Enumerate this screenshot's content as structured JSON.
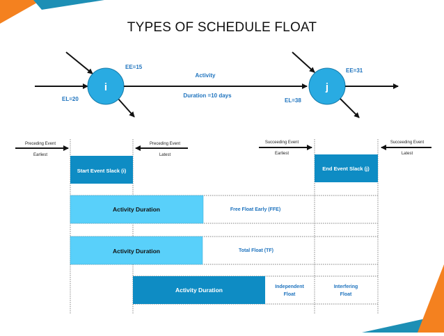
{
  "title": "TYPES OF SCHEDULE FLOAT",
  "colors": {
    "node": "#29ABE2",
    "label_blue": "#1E73BE",
    "dark_bar": "#0E8CC4",
    "light_bar": "#59D0FA",
    "accent_orange": "#F4811F",
    "accent_teal": "#1D8FB5"
  },
  "network": {
    "node_i": "i",
    "node_j": "j",
    "ee_i": "EE=15",
    "el_i": "EL=20",
    "activity": "Activity",
    "duration": "Duration =10 days",
    "el_j": "EL=38",
    "ee_j": "EE=31"
  },
  "timeline": {
    "preceding_earliest": {
      "line1": "Preceding Event",
      "line2": "Earliest"
    },
    "preceding_latest": {
      "line1": "Preceding Event",
      "line2": "Latest"
    },
    "succeeding_earliest": {
      "line1": "Succeeding  Event",
      "line2": "Earliest"
    },
    "succeeding_latest": {
      "line1": "Succeeding  Event",
      "line2": "Latest"
    }
  },
  "bars": {
    "start_slack": "Start Event Slack (i)",
    "end_slack": "End Event Slack (j)",
    "row1_activity": "Activity Duration",
    "row1_float": "Free Float Early (FFE)",
    "row2_activity": "Activity Duration",
    "row2_float": "Total Float (TF)",
    "row3_activity": "Activity Duration",
    "row3_independent_1": "Independent",
    "row3_independent_2": "Float",
    "row3_interfering_1": "Interfering",
    "row3_interfering_2": "Float"
  }
}
